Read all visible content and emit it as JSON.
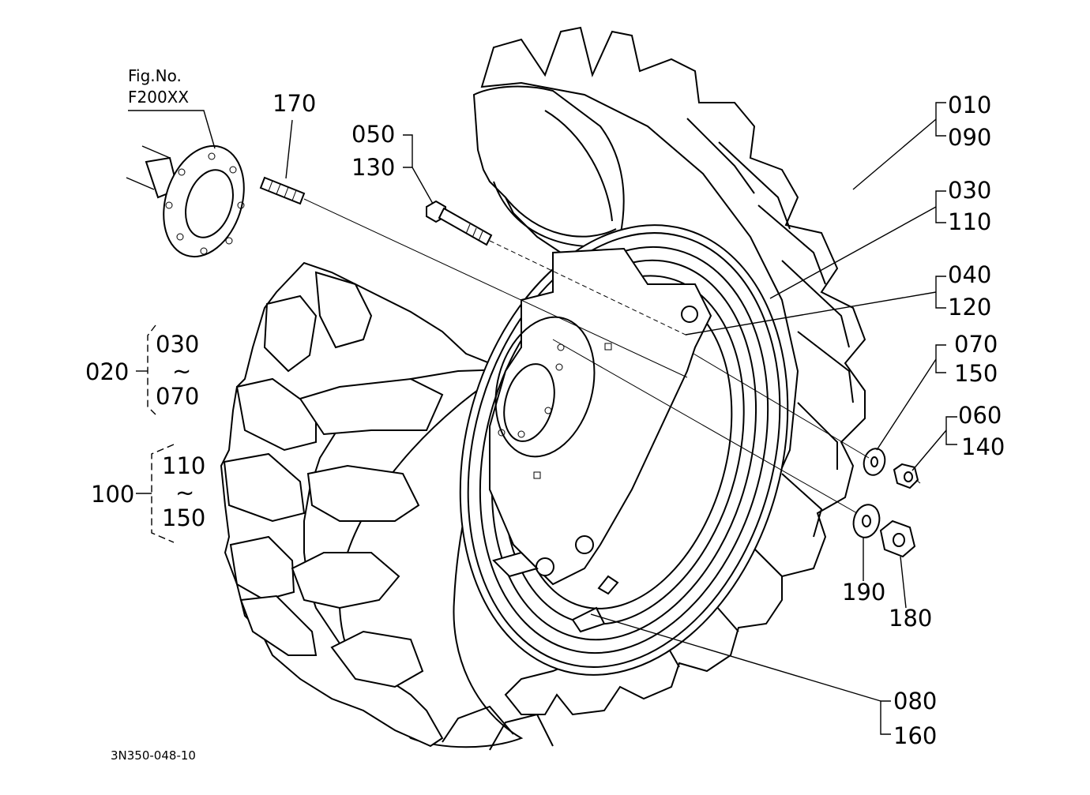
{
  "figure_ref": {
    "line1": "Fig.No.",
    "line2": "F200XX"
  },
  "drawing_number": "3N350-048-10",
  "callouts": {
    "c170": "170",
    "c050": "050",
    "c130": "130",
    "c010": "010",
    "c090": "090",
    "c030r": "030",
    "c110r": "110",
    "c040": "040",
    "c120": "120",
    "c070r": "070",
    "c150r": "150",
    "c060": "060",
    "c140": "140",
    "c190": "190",
    "c180": "180",
    "c080": "080",
    "c160": "160"
  },
  "groups": {
    "g020": {
      "id": "020",
      "from": "030",
      "tilde": "~",
      "to": "070"
    },
    "g100": {
      "id": "100",
      "from": "110",
      "tilde": "~",
      "to": "150"
    }
  }
}
